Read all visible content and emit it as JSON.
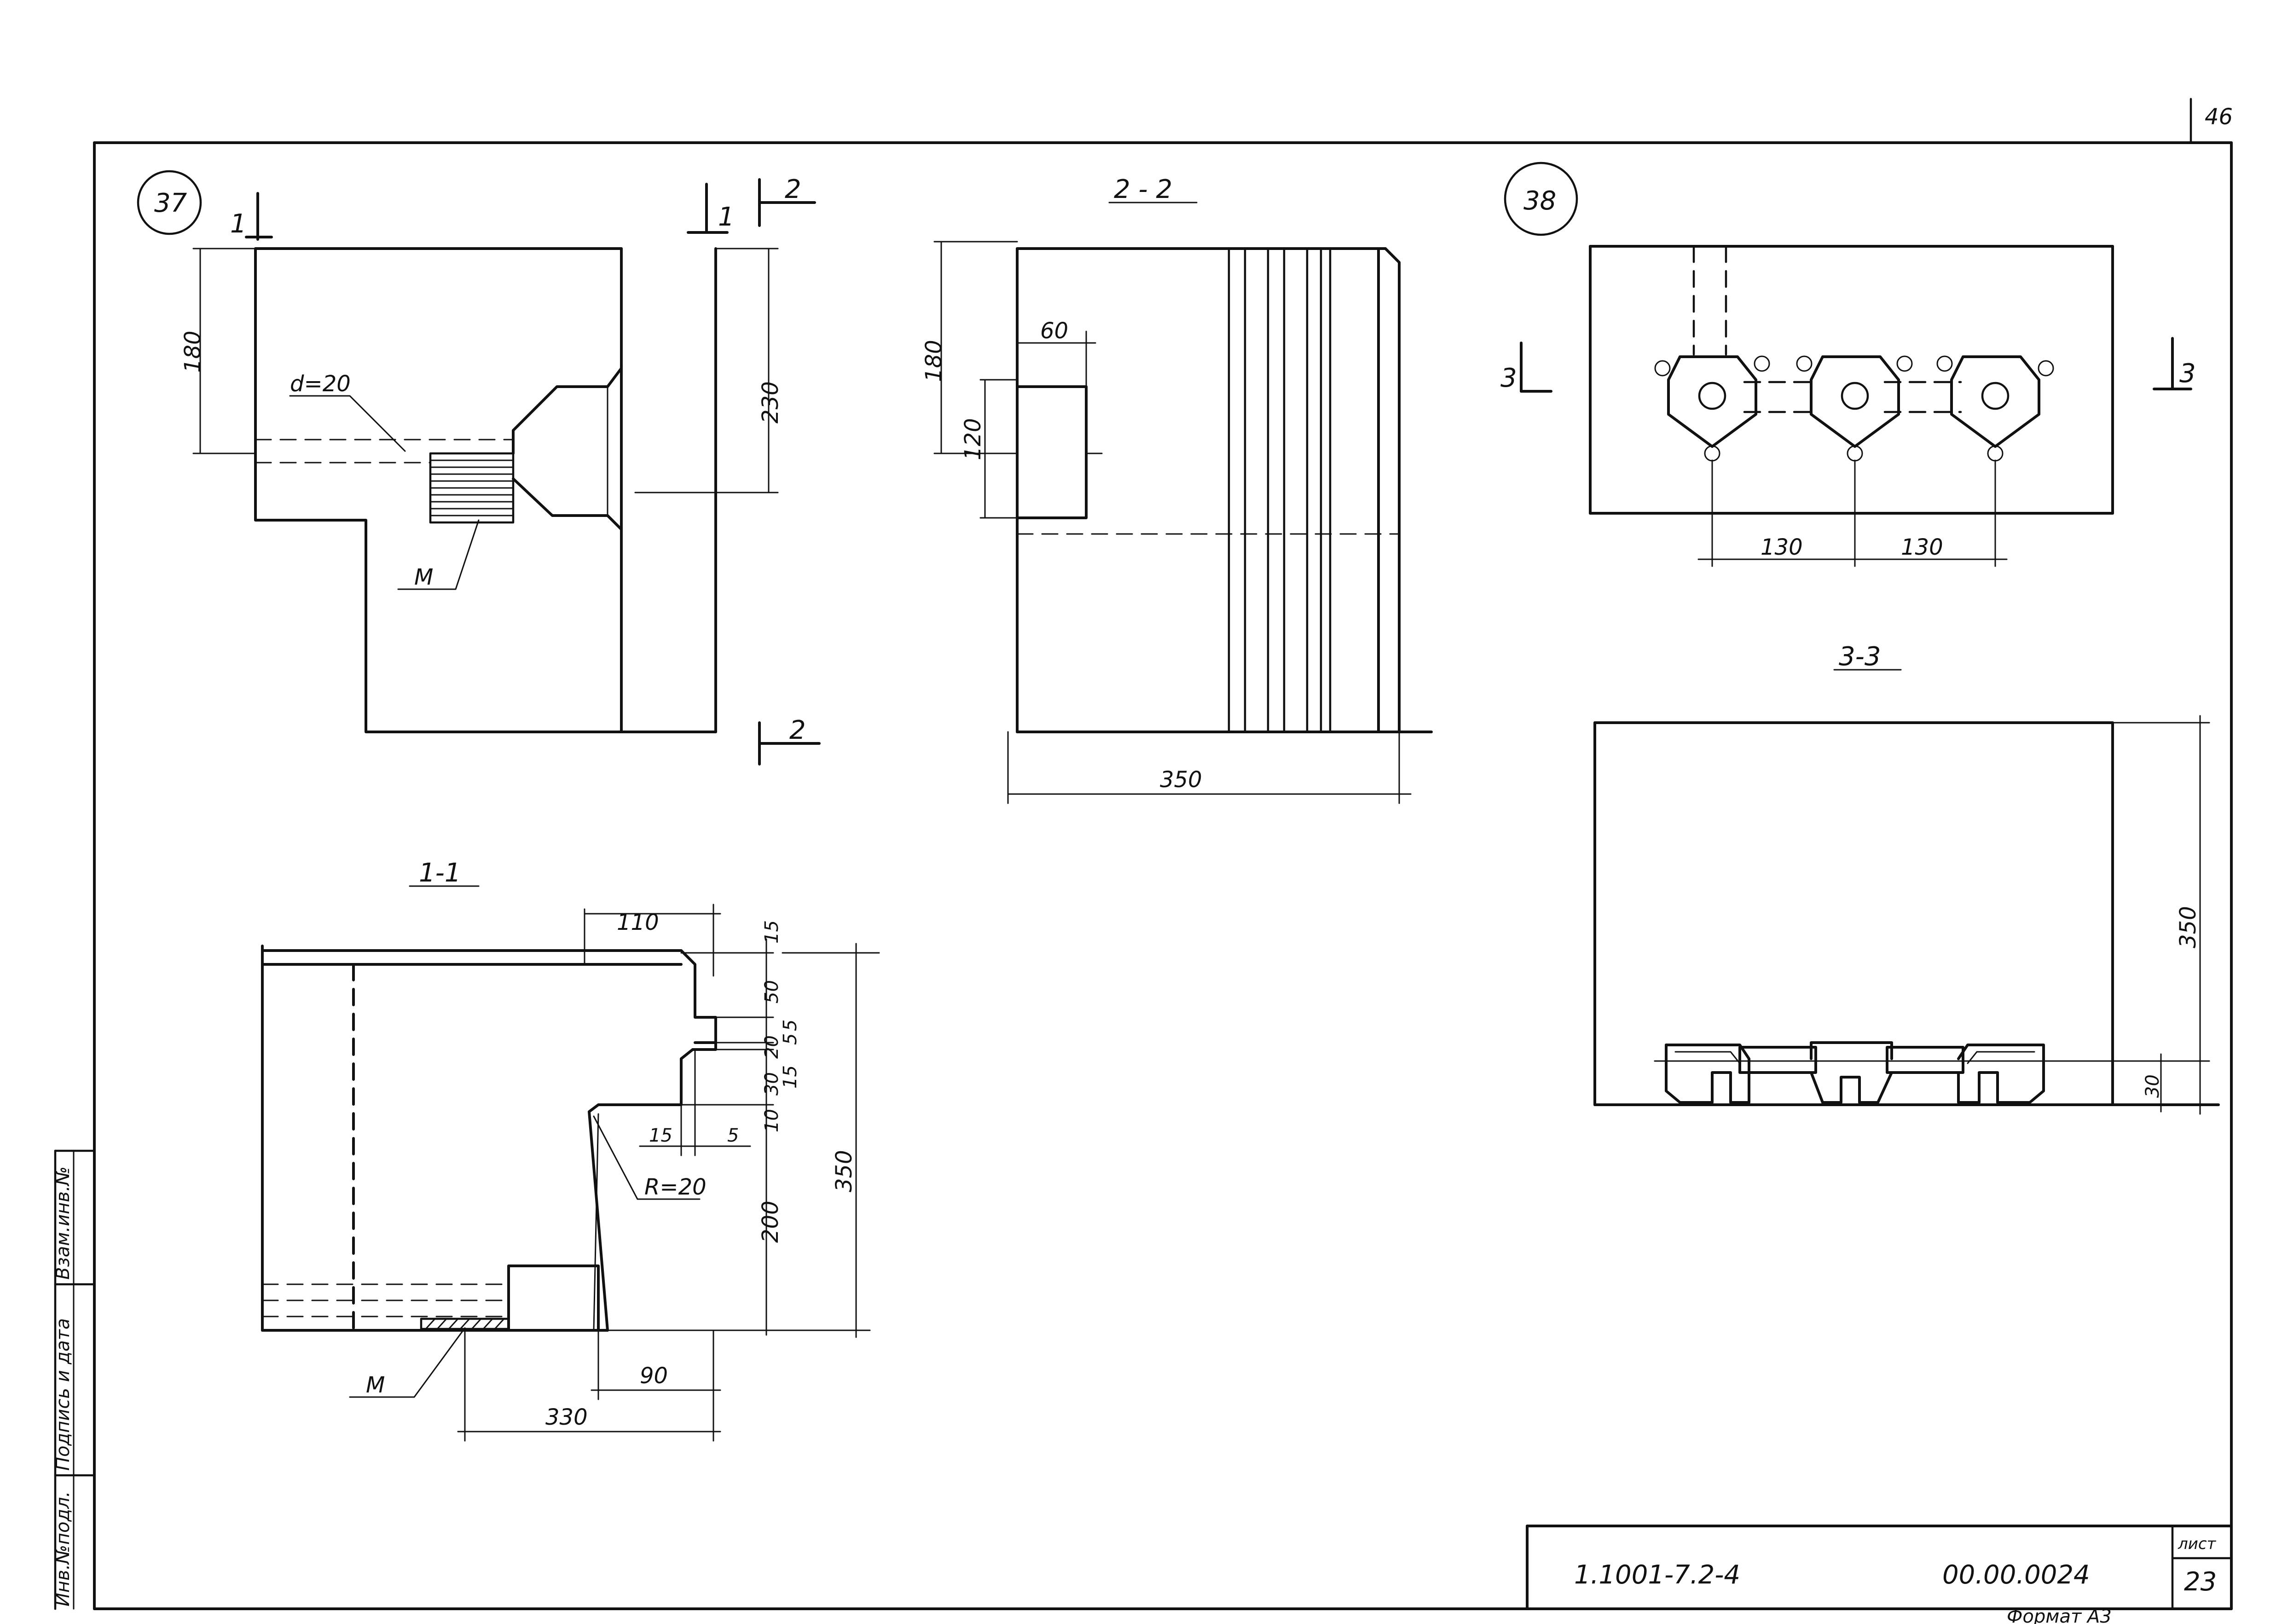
{
  "sheet": {
    "corner_number": "46",
    "drawing_code": "1.1001-7.2-4",
    "part_code": "00.00.0024",
    "sheet_label": "лист",
    "sheet_number": "23",
    "format_label": "Формат А3"
  },
  "side_stamp": {
    "inv_original": "Инв.№подл.",
    "signature_date": "Подпись и дата",
    "replace_inv": "Взам.инв.№"
  },
  "detail37": {
    "marker": "37",
    "section_1": "1",
    "section_2": "2",
    "dim_180": "180",
    "dim_230": "230",
    "hole_label": "d=20",
    "mark_label": "M"
  },
  "section22": {
    "title": "2 - 2",
    "dim_180": "180",
    "dim_60": "60",
    "dim_120": "120",
    "dim_350": "350"
  },
  "section11": {
    "title": "1-1",
    "dim_110": "110",
    "dim_15_top": "15",
    "dim_50": "50",
    "dim_20": "20",
    "dim_5a": "5",
    "dim_5b": "5",
    "dim_30": "30",
    "dim_15_mid": "15",
    "dim_10": "10",
    "dim_200": "200",
    "dim_350": "350",
    "dim_15_bottom": "15",
    "dim_5_bottom": "5",
    "radius_label": "R=20",
    "dim_90": "90",
    "dim_330": "330",
    "mark_label": "M"
  },
  "detail38": {
    "marker": "38",
    "section_3": "3",
    "dim_130_left": "130",
    "dim_130_right": "130"
  },
  "section33": {
    "title": "3-3",
    "dim_350": "350",
    "dim_30": "30"
  }
}
